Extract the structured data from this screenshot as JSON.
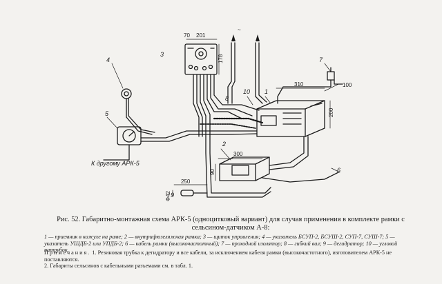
{
  "figure": {
    "part_labels": [
      "1",
      "2",
      "3",
      "4",
      "5",
      "6",
      "7",
      "8",
      "9",
      "10"
    ],
    "dimensions": {
      "receiver_width": "310",
      "receiver_depth": "100",
      "receiver_height": "200",
      "panel_width": "201",
      "panel_height": "178",
      "panel_top": "70",
      "frame_length": "300",
      "frame_height": "90",
      "cable_length": "250",
      "cable_dia": "Ф42",
      "tilde": "~"
    },
    "callout_text": "К другому АРК-5"
  },
  "caption": {
    "title": "Рис. 52. Габаритно-монтажная схема АРК-5 (одноцитковый вариант) для случая применения в комплекте рамки с сельсином-датчиком А-8:",
    "legend": "1 — приемник в кожухе на раме; 2 — внутрифюзеляжная рамка; 3 — щиток управления; 4 — указатель БСУП-2, БСУШ-2, СУП-7, СУШ-7; 5 — указатель УШДБ-2 или УПДБ-2; 6 — кабель рамки (высокочастотный); 7 — проходной изолятор; 8 — гибкий вал; 9 — дегидратор; 10 — угловой патрубок.",
    "notes_head": "Примечания.",
    "note1": "1. Резиновая трубка к дегидратору и все кабели, за исключением кабеля рамки (высокочастотного), изготовителем АРК-5 не поставляются.",
    "note2": "2. Габариты сельсинов с кабельными разъемами см. в табл. 1."
  }
}
